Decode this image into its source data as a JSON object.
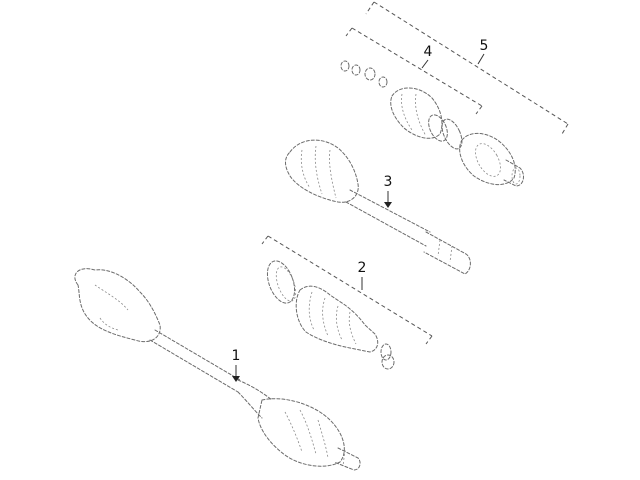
{
  "callouts": {
    "c1": "1",
    "c2": "2",
    "c3": "3",
    "c4": "4",
    "c5": "5"
  },
  "parts": {
    "p1": "axle-shaft-assembly-icon",
    "p2": "inner-joint-boot-kit-icon",
    "p3": "shaft-with-boot-icon",
    "p4": "outer-boot-kit-icon",
    "p5": "outer-cv-joint-icon"
  },
  "colors": {
    "line": "#6b6b6b",
    "text": "#111111",
    "background": "#ffffff"
  }
}
